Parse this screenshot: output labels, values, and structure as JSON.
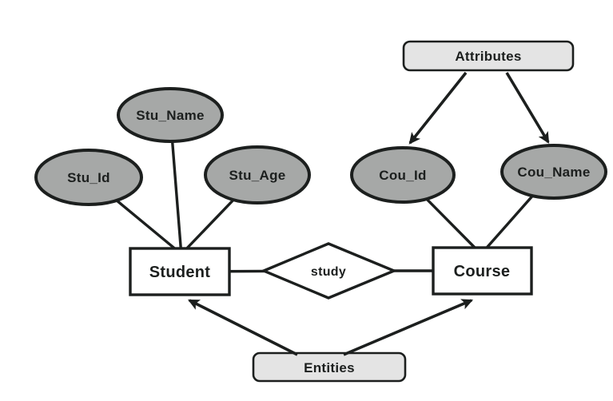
{
  "colors": {
    "attribute_fill": "#a6a8a7",
    "label_box_fill": "#e4e4e4",
    "entity_fill": "#ffffff",
    "line": "#1c1f1e",
    "background": "#ffffff"
  },
  "callouts": {
    "attributes": "Attributes",
    "entities": "Entities"
  },
  "entities": {
    "student": "Student",
    "course": "Course"
  },
  "relationship": {
    "study": "study"
  },
  "attribute_nodes": {
    "stu_id": "Stu_Id",
    "stu_name": "Stu_Name",
    "stu_age": "Stu_Age",
    "cou_id": "Cou_Id",
    "cou_name": "Cou_Name"
  },
  "edges": [
    {
      "from": "Stu_Id",
      "to": "Student",
      "arrow": false
    },
    {
      "from": "Stu_Name",
      "to": "Student",
      "arrow": false
    },
    {
      "from": "Stu_Age",
      "to": "Student",
      "arrow": false
    },
    {
      "from": "Cou_Id",
      "to": "Course",
      "arrow": false
    },
    {
      "from": "Cou_Name",
      "to": "Course",
      "arrow": false
    },
    {
      "from": "Student",
      "to": "study",
      "arrow": false
    },
    {
      "from": "study",
      "to": "Course",
      "arrow": false
    },
    {
      "from": "Attributes",
      "to": "Cou_Id",
      "arrow": true
    },
    {
      "from": "Attributes",
      "to": "Cou_Name",
      "arrow": true
    },
    {
      "from": "Entities",
      "to": "Student",
      "arrow": true
    },
    {
      "from": "Entities",
      "to": "Course",
      "arrow": true
    }
  ]
}
